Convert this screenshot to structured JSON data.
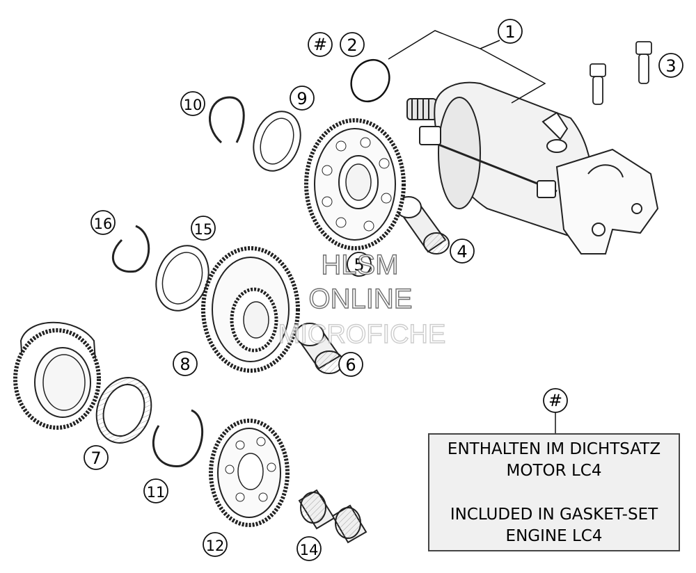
{
  "callouts": {
    "c1": "1",
    "c2": "2",
    "c3": "3",
    "c4": "4",
    "c5": "5",
    "c6": "6",
    "c7": "7",
    "c8": "8",
    "c9": "9",
    "c10": "10",
    "c11": "11",
    "c12": "12",
    "c14": "14",
    "c15": "15",
    "c16": "16",
    "hash_near_2": "#",
    "hash_legend": "#"
  },
  "watermark": {
    "line1": "HLSM",
    "line2": "ONLINE",
    "line3": "MICROFICHE"
  },
  "legend": {
    "de_line1": "ENTHALTEN IM DICHTSATZ",
    "de_line2": "MOTOR LC4",
    "en_line1": "INCLUDED IN GASKET-SET",
    "en_line2": "ENGINE LC4"
  }
}
